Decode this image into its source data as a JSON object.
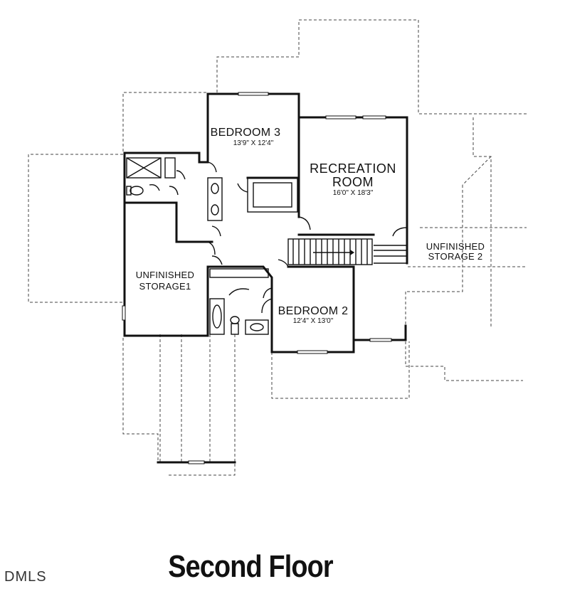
{
  "title": "Second Floor",
  "watermark": "DMLS",
  "rooms": {
    "bedroom3": {
      "name": "BEDROOM 3",
      "dims": "13'9\" X 12'4\""
    },
    "recreation": {
      "name_line1": "RECREATION",
      "name_line2": "ROOM",
      "dims": "16'0\" X 18'3\""
    },
    "bedroom2": {
      "name": "BEDROOM 2",
      "dims": "12'4\" X 13'0\""
    },
    "storage1": {
      "line1": "UNFINISHED",
      "line2": "STORAGE1"
    },
    "storage2": {
      "line1": "UNFINISHED",
      "line2": "STORAGE 2"
    }
  }
}
